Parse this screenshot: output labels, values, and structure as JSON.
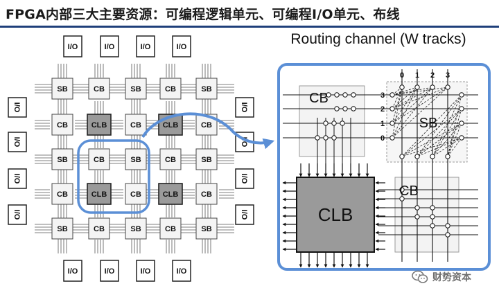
{
  "title": "FPGA内部三大主要资源：可编程逻辑单元、可编程I/O单元、布线",
  "detail": {
    "routing_channel_label": "Routing channel (W tracks)",
    "track_numbers_top": [
      "0",
      "1",
      "2",
      "3"
    ],
    "track_numbers_side": [
      "3",
      "2",
      "1",
      "0"
    ],
    "sb_label": "SB",
    "cb_label": "CB",
    "clb_label": "CLB"
  },
  "overview": {
    "io_label": "I/O",
    "sb_label": "SB",
    "cb_label": "CB",
    "clb_label": "CLB"
  },
  "watermark": {
    "text": "财势资本",
    "icon": "wechat-logo-icon"
  },
  "colors": {
    "highlight": "#5b8fd6",
    "title_rule": "#1f3f7a",
    "clb_fill": "#9a9a9a"
  }
}
